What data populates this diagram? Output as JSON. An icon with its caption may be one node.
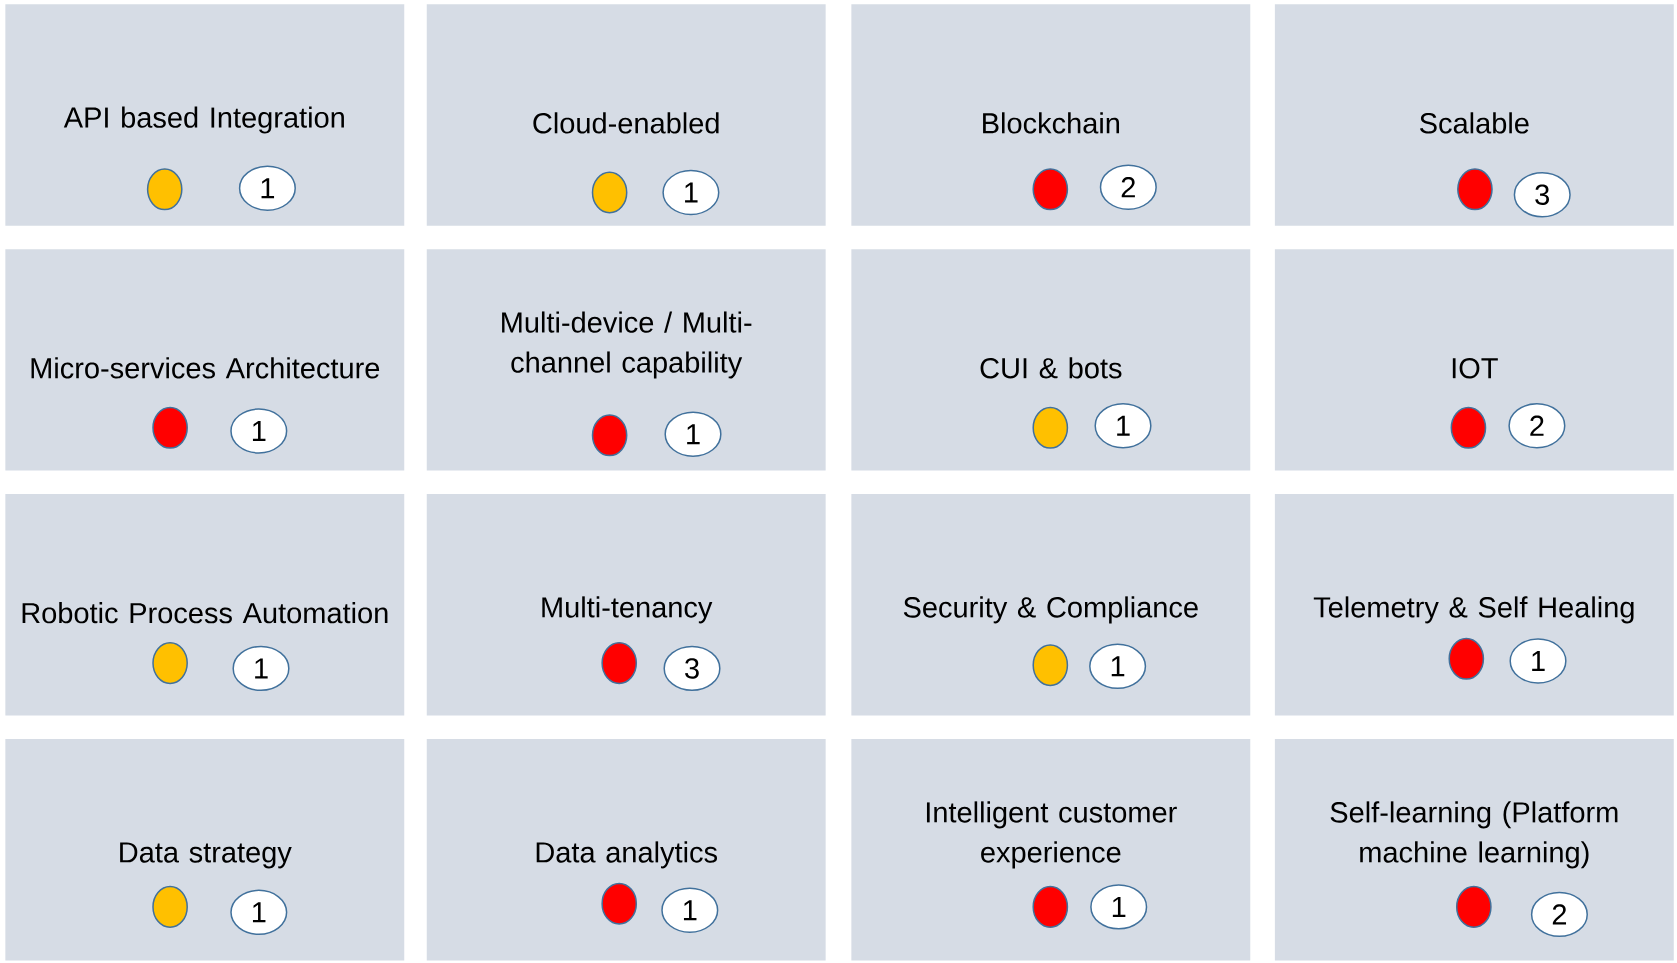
{
  "diagram": {
    "nodes": [
      {
        "text": [
          "API based Integration"
        ]
      },
      {
        "text": [],
        "shape": "circle",
        "in": 0
      },
      {
        "text": [
          "1"
        ],
        "in": 0
      },
      {
        "text": [
          "Cloud-enabled"
        ]
      },
      {
        "text": [],
        "shape": "circle",
        "in": 3
      },
      {
        "text": [
          "1"
        ],
        "in": 3
      },
      {
        "text": [
          "Blockchain"
        ]
      },
      {
        "text": [],
        "shape": "circle",
        "in": 6
      },
      {
        "text": [
          "2"
        ],
        "in": 6
      },
      {
        "text": [
          "Scalable"
        ]
      },
      {
        "text": [],
        "shape": "circle",
        "in": 9
      },
      {
        "text": [
          "3"
        ],
        "in": 9
      },
      {
        "text": [
          "Micro-services Architecture"
        ]
      },
      {
        "text": [],
        "shape": "circle",
        "in": 12
      },
      {
        "text": [
          "1"
        ],
        "in": 12
      },
      {
        "text": [
          "Multi-device / Multi-channel capability"
        ]
      },
      {
        "text": [],
        "shape": "circle",
        "in": 15
      },
      {
        "text": [
          "1"
        ],
        "in": 15
      },
      {
        "text": [
          "CUI & bots"
        ]
      },
      {
        "text": [],
        "shape": "circle",
        "in": 18
      },
      {
        "text": [
          "1"
        ],
        "in": 18
      },
      {
        "text": [
          "IOT"
        ]
      },
      {
        "text": [],
        "shape": "circle",
        "in": 21
      },
      {
        "text": [
          "2"
        ],
        "in": 21
      },
      {
        "text": [
          "Robotic Process Automation"
        ]
      },
      {
        "text": [],
        "shape": "circle",
        "in": 24
      },
      {
        "text": [
          "1"
        ],
        "in": 24
      },
      {
        "text": [
          "Multi-tenancy"
        ]
      },
      {
        "text": [],
        "shape": "circle",
        "in": 27
      },
      {
        "text": [
          "3"
        ],
        "in": 27
      },
      {
        "text": [
          "Security & Compliance"
        ]
      },
      {
        "text": [],
        "shape": "circle",
        "in": 30
      },
      {
        "text": [
          "1"
        ],
        "in": 30
      },
      {
        "text": [
          "Telemetry & Self Healing"
        ]
      },
      {
        "text": [],
        "shape": "circle",
        "in": 33
      },
      {
        "text": [
          "1"
        ],
        "in": 33
      },
      {
        "text": [
          "Data strategy"
        ]
      },
      {
        "text": [],
        "shape": "circle",
        "in": 36
      },
      {
        "text": [
          "1"
        ],
        "in": 36
      },
      {
        "text": [
          "Data analytics"
        ]
      },
      {
        "text": [],
        "shape": "circle",
        "in": 39
      },
      {
        "text": [
          "1"
        ],
        "in": 39
      },
      {
        "text": [
          "Intelligent customer experience"
        ]
      },
      {
        "text": [],
        "shape": "circle",
        "in": 42
      },
      {
        "text": [
          "1"
        ],
        "in": 42
      },
      {
        "text": [
          "Self-learning (Platform machine learning)"
        ]
      },
      {
        "text": [],
        "shape": "circle",
        "in": 45
      },
      {
        "text": [
          "2"
        ],
        "in": 45
      }
    ]
  }
}
